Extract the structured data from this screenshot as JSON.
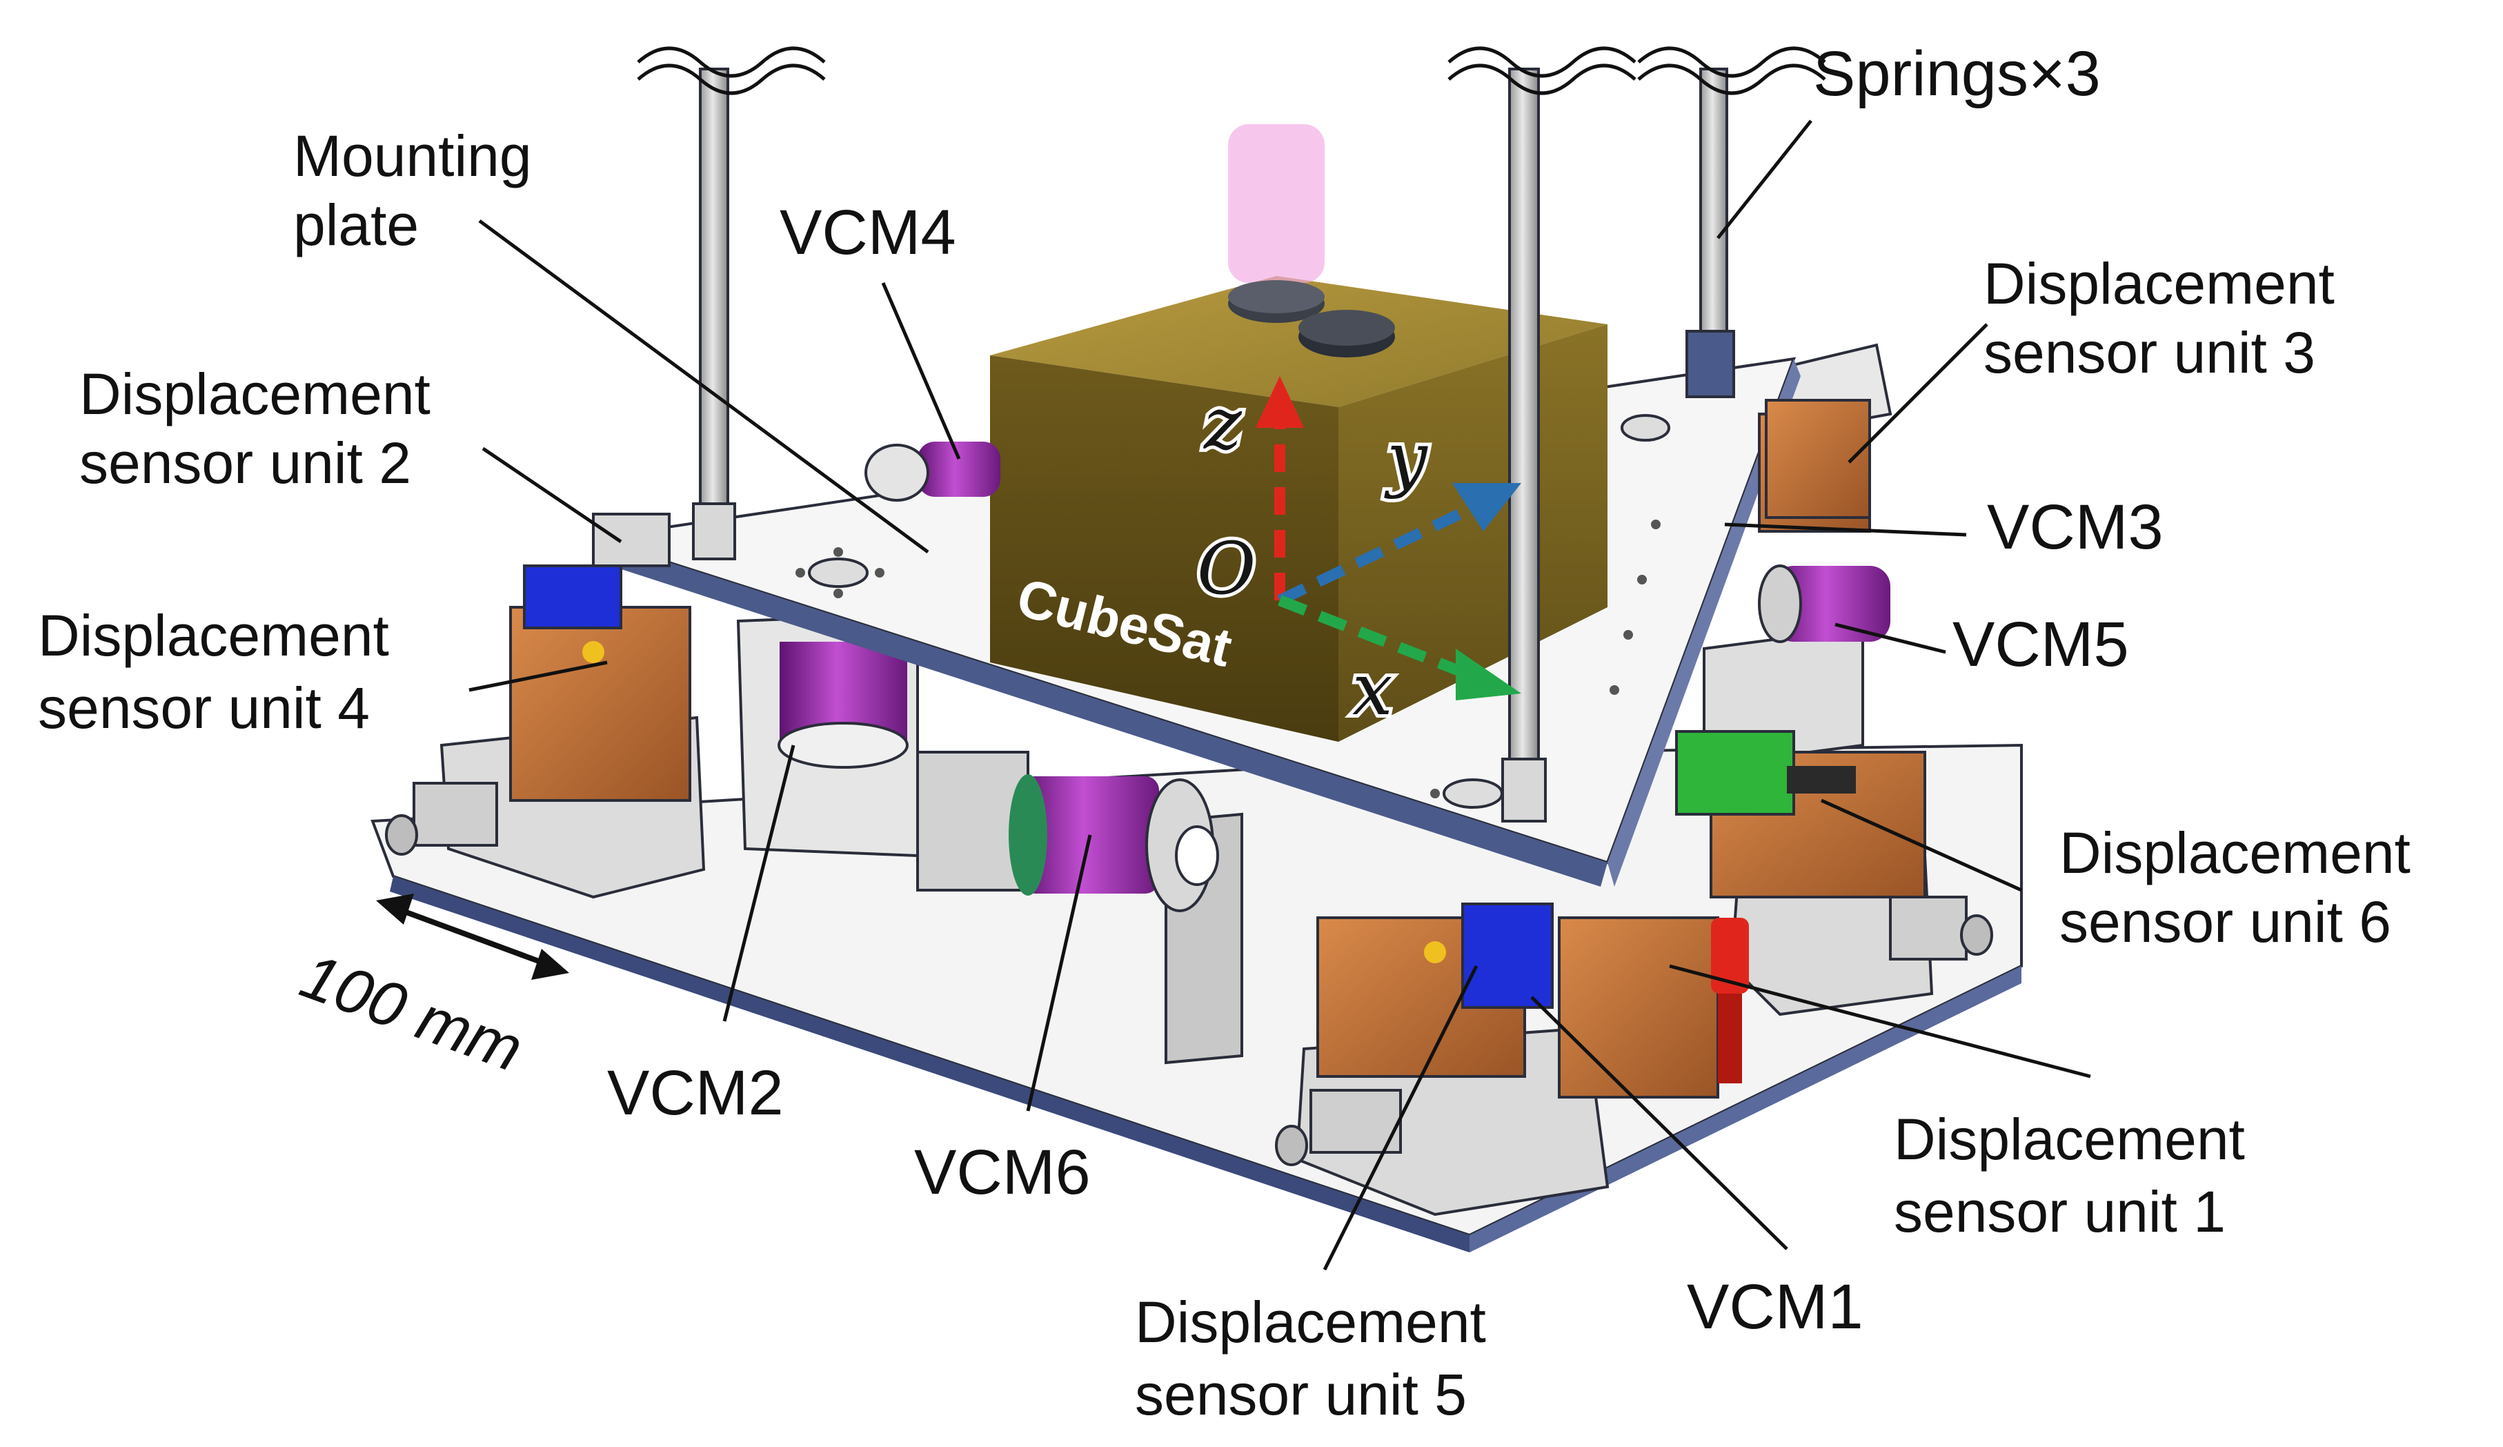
{
  "labels": {
    "springs": "Springs×3",
    "mounting_plate_line1": "Mounting",
    "mounting_plate_line2": "plate",
    "vcm1": "VCM1",
    "vcm2": "VCM2",
    "vcm3": "VCM3",
    "vcm4": "VCM4",
    "vcm5": "VCM5",
    "vcm6": "VCM6",
    "dsu1_line1": "Displacement",
    "dsu1_line2": "sensor unit 1",
    "dsu2_line1": "Displacement",
    "dsu2_line2": "sensor unit 2",
    "dsu3_line1": "Displacement",
    "dsu3_line2": "sensor unit 3",
    "dsu4_line1": "Displacement",
    "dsu4_line2": "sensor unit 4",
    "dsu5_line1": "Displacement",
    "dsu5_line2": "sensor unit 5",
    "dsu6_line1": "Displacement",
    "dsu6_line2": "sensor unit 6",
    "scale_bar": "100 mm",
    "cubesat": "CubeSat"
  },
  "axes": {
    "x": "x",
    "y": "y",
    "z": "z",
    "origin": "O"
  },
  "colors": {
    "x_axis": "#22a84a",
    "y_axis": "#2a6fb0",
    "z_axis": "#e0261c",
    "cube_face": "#7a6520",
    "vcm_magenta": "#9b2fa8",
    "sensor_copper": "#c0703a",
    "sensor_blue": "#1e2fd8",
    "sensor_green": "#2fb53a",
    "plate": "#f2f2f2",
    "base": "#eaeaea"
  }
}
